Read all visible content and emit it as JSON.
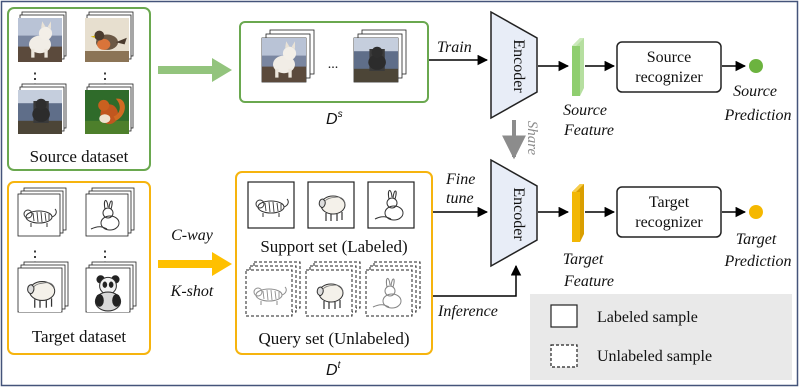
{
  "labels": {
    "source_dataset": "Source dataset",
    "target_dataset": "Target dataset",
    "ds": "D",
    "ds_sup": "s",
    "dt": "D",
    "dt_sup": "t",
    "train": "Train",
    "fine_tune_1": "Fine",
    "fine_tune_2": "tune",
    "c_way": "C-way",
    "k_shot": "K-shot",
    "support_set": "Support set (Labeled)",
    "query_set": "Query set (Unlabeled)",
    "inference": "Inference",
    "encoder_top": "Encoder",
    "encoder_bottom": "Encoder",
    "share": "Share",
    "source_feature_1": "Source",
    "source_feature_2": "Feature",
    "target_feature_1": "Target",
    "target_feature_2": "Feature",
    "source_recognizer_1": "Source",
    "source_recognizer_2": "recognizer",
    "target_recognizer_1": "Target",
    "target_recognizer_2": "recognizer",
    "source_prediction_1": "Source",
    "source_prediction_2": "Prediction",
    "target_prediction_1": "Target",
    "target_prediction_2": "Prediction",
    "ellipsis": "...",
    "vdots": "⋮"
  },
  "legend": {
    "labeled": "Labeled sample",
    "unlabeled": "Unlabeled sample"
  },
  "colors": {
    "source_green": "#6aa84f",
    "source_arrow": "#93c47d",
    "target_yellow": "#f6b40e",
    "target_arrow": "#ffc000",
    "encoder_fill": "#e8edf7",
    "feature_green": "#8fce6f",
    "feature_yellow": "#f2b705",
    "share_gray": "#8c8c8c",
    "pred_green": "#6cb33f",
    "pred_yellow": "#f5b800",
    "legend_bg": "#e9e9e9"
  },
  "icons": [
    "cat-photo-icon",
    "bird-photo-icon",
    "squirrel-photo-icon",
    "tiger-sketch-icon",
    "rabbit-sketch-icon",
    "sheep-sketch-icon",
    "panda-sketch-icon"
  ]
}
